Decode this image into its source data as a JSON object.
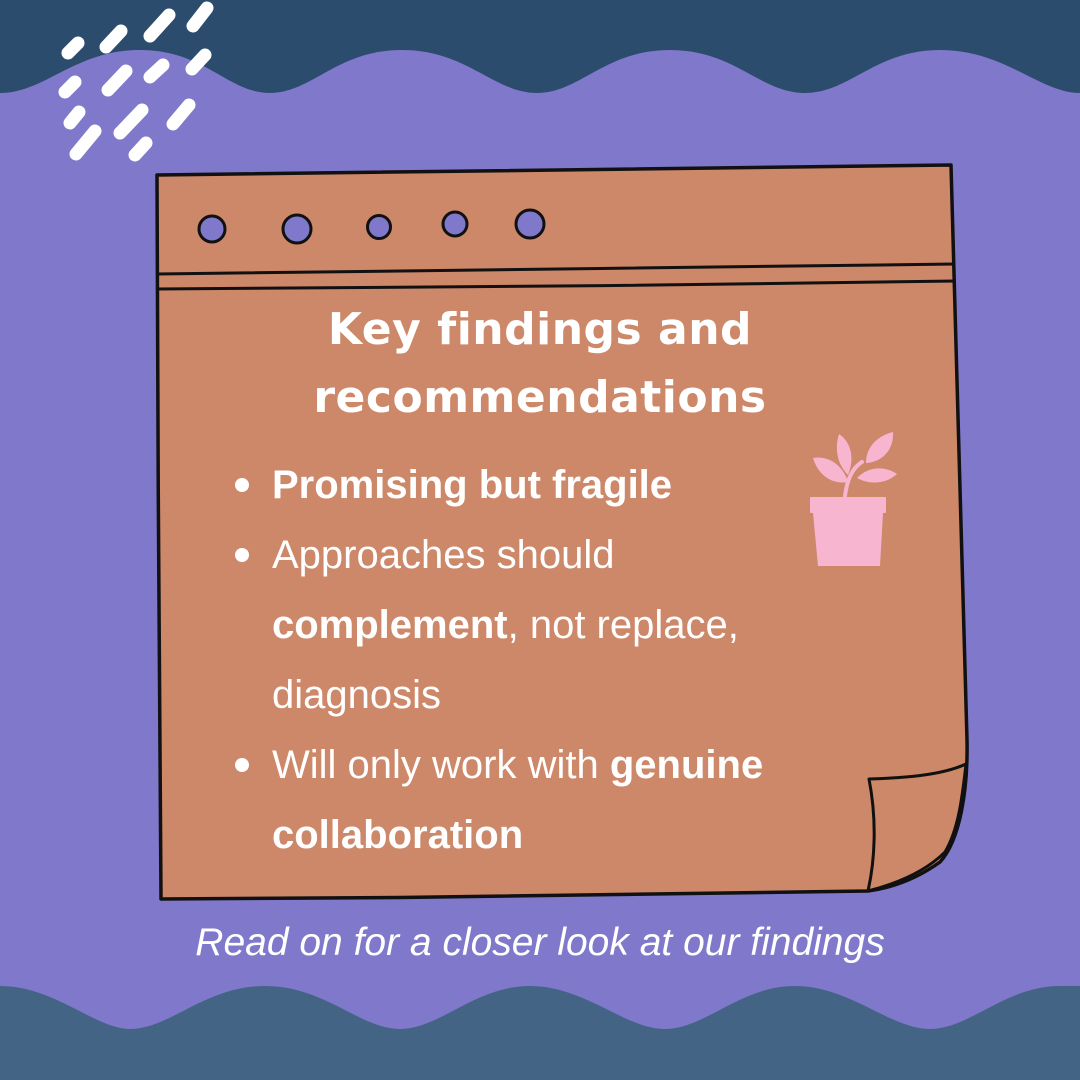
{
  "colors": {
    "background": "#8078cb",
    "top_wave": "#2c4c6e",
    "bottom_wave": "#436485",
    "paper": "#cd8769",
    "outline": "#111111",
    "text": "#ffffff",
    "plant": "#f7b5d0",
    "holes": "#8078cb"
  },
  "card": {
    "title_lines": [
      "Key findings and",
      "recommendations"
    ],
    "bullets": [
      {
        "segments": [
          {
            "text": "Promising but fragile",
            "bold": true
          }
        ]
      },
      {
        "segments": [
          {
            "text": "Approaches should",
            "bold": false
          },
          {
            "text": "complement",
            "bold": true
          },
          {
            "text": ", not replace, diagnosis",
            "bold": false
          }
        ],
        "line1": "Approaches should",
        "line2_bold": "complement",
        "line2_rest": ", not replace,",
        "line3": "diagnosis"
      },
      {
        "segments": [
          {
            "text": "Will only work with ",
            "bold": false
          },
          {
            "text": "genuine collaboration",
            "bold": true
          }
        ],
        "line1_plain": "Will only work with ",
        "line1_bold": "genuine",
        "line2_bold": "collaboration"
      }
    ],
    "binder_holes": 5
  },
  "icons": {
    "plant": "potted-plant-icon",
    "rain": "rain-dashes-decoration"
  },
  "footer": {
    "text": "Read on for a closer look at our findings"
  }
}
